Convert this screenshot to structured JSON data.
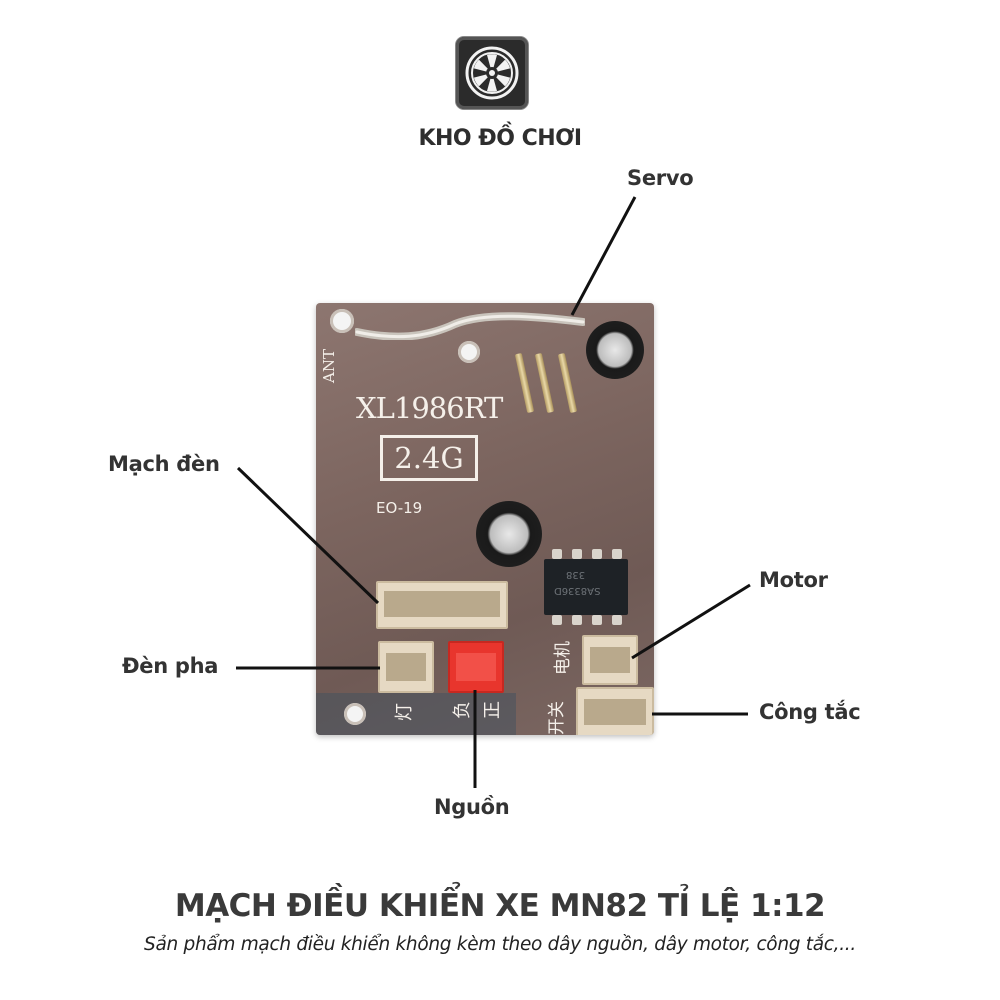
{
  "brand": {
    "logo_icon": "wheel-icon",
    "name": "KHO ĐỒ CHƠI"
  },
  "pcb": {
    "model": "XL1986RT",
    "band": "2.4G",
    "code": "EO-19",
    "antenna_mark": "ANT",
    "chip_marking_1": "338",
    "chip_marking_2": "SA8336D",
    "silk_light": "灯",
    "silk_negative": "负",
    "silk_positive": "正",
    "silk_motor": "电机",
    "silk_switch": "开关",
    "colors": {
      "board": "#7c655f",
      "connector": "#e6d9c3",
      "power_connector": "#e8352d"
    }
  },
  "callouts": [
    {
      "id": "servo",
      "label": "Servo"
    },
    {
      "id": "light-circuit",
      "label": "Mạch đèn"
    },
    {
      "id": "headlight",
      "label": "Đèn pha"
    },
    {
      "id": "motor",
      "label": "Motor"
    },
    {
      "id": "switch",
      "label": "Công tắc"
    },
    {
      "id": "power",
      "label": "Nguồn"
    }
  ],
  "footer": {
    "title": "MẠCH ĐIỀU KHIỂN XE MN82 TỈ LỆ 1:12",
    "subtitle": "Sản phẩm mạch điều khiển không kèm theo dây nguồn, dây motor, công tắc,..."
  }
}
